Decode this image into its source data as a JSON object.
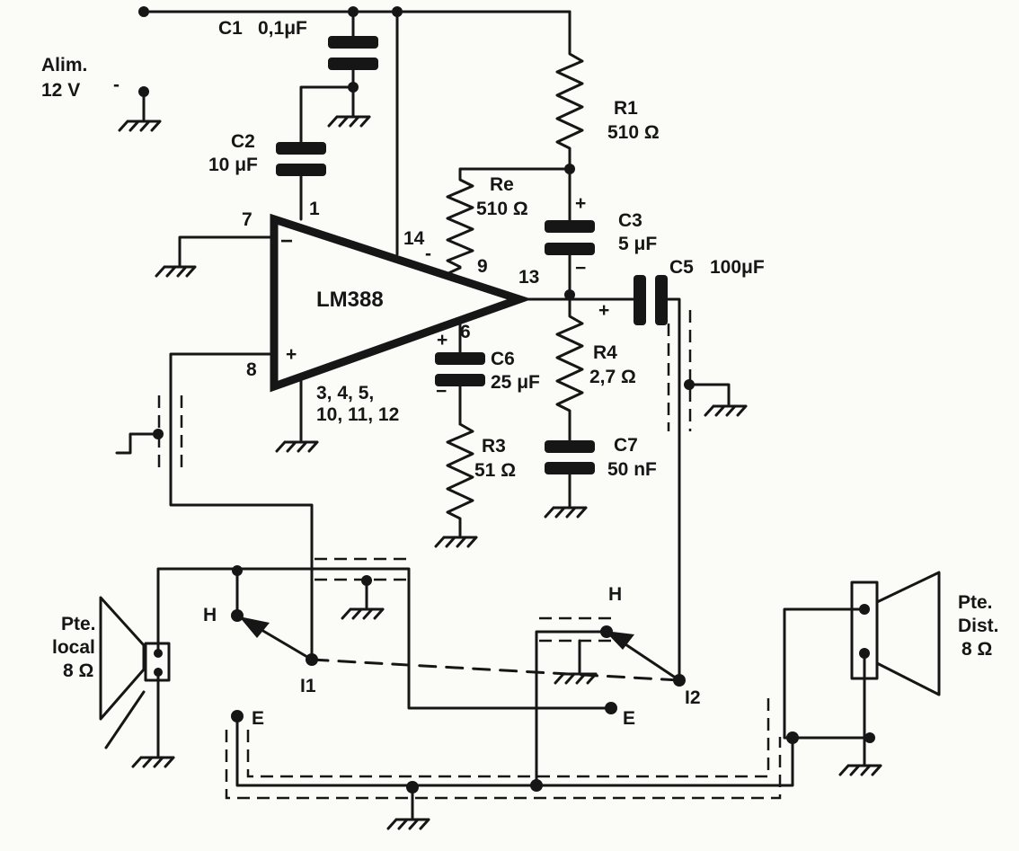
{
  "supply": {
    "name": "Alim.",
    "value": "12 V",
    "polarity": "-"
  },
  "ic": {
    "name": "LM388",
    "minus_sign": "−",
    "plus_sign": "+",
    "pin_minus_sign": "-"
  },
  "pins": {
    "p1": "1",
    "p7": "7",
    "p8": "8",
    "p14": "14",
    "p9": "9",
    "p13": "13",
    "p6": "6",
    "gnd_line1": "3, 4, 5,",
    "gnd_line2": "10, 11, 12"
  },
  "components": {
    "c1": {
      "name": "C1",
      "value": "0,1μF"
    },
    "c2": {
      "name": "C2",
      "value": "10 μF"
    },
    "r1": {
      "name": "R1",
      "value": "510 Ω"
    },
    "re": {
      "name": "Re",
      "value": "510 Ω"
    },
    "c3": {
      "name": "C3",
      "value": "5 μF"
    },
    "c5": {
      "name": "C5",
      "value": "100μF"
    },
    "c6": {
      "name": "C6",
      "value": "25 μF"
    },
    "r3": {
      "name": "R3",
      "value": "51 Ω"
    },
    "r4": {
      "name": "R4",
      "value": "2,7 Ω"
    },
    "c7": {
      "name": "C7",
      "value": "50 nF"
    }
  },
  "polarity": {
    "plus": "+",
    "minus": "−"
  },
  "switches": {
    "i1": {
      "name": "I1",
      "pos_h": "H",
      "pos_e": "E"
    },
    "i2": {
      "name": "I2",
      "pos_h": "H",
      "pos_e": "E"
    }
  },
  "speakers": {
    "local": {
      "line1": "Pte.",
      "line2": "local",
      "line3": "8 Ω"
    },
    "remote": {
      "line1": "Pte.",
      "line2": "Dist.",
      "line3": "8 Ω"
    }
  }
}
